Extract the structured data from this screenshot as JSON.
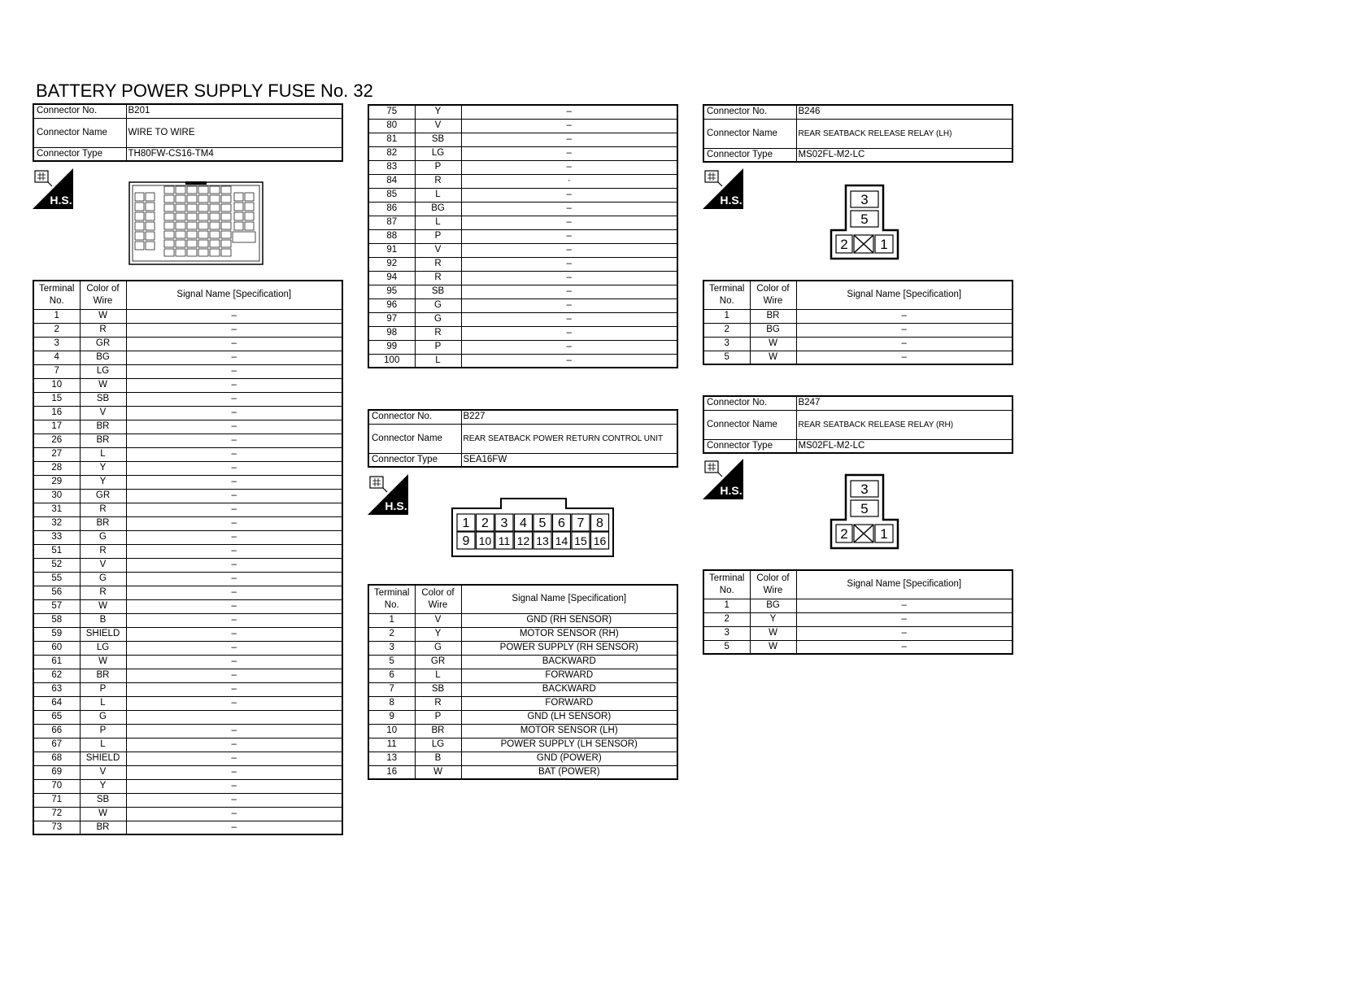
{
  "title": "BATTERY POWER SUPPLY FUSE No. 32",
  "info_labels": {
    "no": "Connector No.",
    "name": "Connector Name",
    "type": "Connector Type"
  },
  "terminal_headers": {
    "terminal": "Terminal No.",
    "color": "Color of Wire",
    "signal": "Signal Name [Specification]"
  },
  "hs_icon": {
    "text": "H.S.",
    "icon": "harness-side-icon"
  },
  "b201": {
    "no": "B201",
    "name": "WIRE TO WIRE",
    "type": "TH80FW-CS16-TM4",
    "rows": [
      [
        "1",
        "W",
        "–"
      ],
      [
        "2",
        "R",
        "–"
      ],
      [
        "3",
        "GR",
        "–"
      ],
      [
        "4",
        "BG",
        "–"
      ],
      [
        "7",
        "LG",
        "–"
      ],
      [
        "10",
        "W",
        "–"
      ],
      [
        "15",
        "SB",
        "–"
      ],
      [
        "16",
        "V",
        "–"
      ],
      [
        "17",
        "BR",
        "–"
      ],
      [
        "26",
        "BR",
        "–"
      ],
      [
        "27",
        "L",
        "–"
      ],
      [
        "28",
        "Y",
        "–"
      ],
      [
        "29",
        "Y",
        "–"
      ],
      [
        "30",
        "GR",
        "–"
      ],
      [
        "31",
        "R",
        "–"
      ],
      [
        "32",
        "BR",
        "–"
      ],
      [
        "33",
        "G",
        "–"
      ],
      [
        "51",
        "R",
        "–"
      ],
      [
        "52",
        "V",
        "–"
      ],
      [
        "55",
        "G",
        "–"
      ],
      [
        "56",
        "R",
        "–"
      ],
      [
        "57",
        "W",
        "–"
      ],
      [
        "58",
        "B",
        "–"
      ],
      [
        "59",
        "SHIELD",
        "–"
      ],
      [
        "60",
        "LG",
        "–"
      ],
      [
        "61",
        "W",
        "–"
      ],
      [
        "62",
        "BR",
        "–"
      ],
      [
        "63",
        "P",
        "–"
      ],
      [
        "64",
        "L",
        "–"
      ],
      [
        "65",
        "G",
        ""
      ],
      [
        "66",
        "P",
        "–"
      ],
      [
        "67",
        "L",
        "–"
      ],
      [
        "68",
        "SHIELD",
        "–"
      ],
      [
        "69",
        "V",
        "–"
      ],
      [
        "70",
        "Y",
        "–"
      ],
      [
        "71",
        "SB",
        "–"
      ],
      [
        "72",
        "W",
        "–"
      ],
      [
        "73",
        "BR",
        "–"
      ]
    ],
    "rows_cont": [
      [
        "75",
        "Y",
        "–"
      ],
      [
        "80",
        "V",
        "–"
      ],
      [
        "81",
        "SB",
        "–"
      ],
      [
        "82",
        "LG",
        "–"
      ],
      [
        "83",
        "P",
        "–"
      ],
      [
        "84",
        "R",
        "·"
      ],
      [
        "85",
        "L",
        "–"
      ],
      [
        "86",
        "BG",
        "–"
      ],
      [
        "87",
        "L",
        "–"
      ],
      [
        "88",
        "P",
        "–"
      ],
      [
        "91",
        "V",
        "–"
      ],
      [
        "92",
        "R",
        "–"
      ],
      [
        "94",
        "R",
        "–"
      ],
      [
        "95",
        "SB",
        "–"
      ],
      [
        "96",
        "G",
        "–"
      ],
      [
        "97",
        "G",
        "–"
      ],
      [
        "98",
        "R",
        "–"
      ],
      [
        "99",
        "P",
        "–"
      ],
      [
        "100",
        "L",
        "–"
      ]
    ]
  },
  "b227": {
    "no": "B227",
    "name": "REAR SEATBACK POWER RETURN CONTROL UNIT",
    "type": "SEA16FW",
    "pins_top": [
      "1",
      "2",
      "3",
      "4",
      "5",
      "6",
      "7",
      "8"
    ],
    "pins_bottom": [
      "9",
      "10",
      "11",
      "12",
      "13",
      "14",
      "15",
      "16"
    ],
    "rows": [
      [
        "1",
        "V",
        "GND (RH SENSOR)"
      ],
      [
        "2",
        "Y",
        "MOTOR SENSOR (RH)"
      ],
      [
        "3",
        "G",
        "POWER SUPPLY (RH SENSOR)"
      ],
      [
        "5",
        "GR",
        "BACKWARD"
      ],
      [
        "6",
        "L",
        "FORWARD"
      ],
      [
        "7",
        "SB",
        "BACKWARD"
      ],
      [
        "8",
        "R",
        "FORWARD"
      ],
      [
        "9",
        "P",
        "GND (LH SENSOR)"
      ],
      [
        "10",
        "BR",
        "MOTOR SENSOR (LH)"
      ],
      [
        "11",
        "LG",
        "POWER SUPPLY (LH SENSOR)"
      ],
      [
        "13",
        "B",
        "GND (POWER)"
      ],
      [
        "16",
        "W",
        "BAT (POWER)"
      ]
    ]
  },
  "b246": {
    "no": "B246",
    "name": "REAR SEATBACK RELEASE RELAY (LH)",
    "type": "MS02FL-M2-LC",
    "pins": {
      "top": "3",
      "mid": "5",
      "left": "2",
      "right": "1"
    },
    "rows": [
      [
        "1",
        "BR",
        "–"
      ],
      [
        "2",
        "BG",
        "–"
      ],
      [
        "3",
        "W",
        "–"
      ],
      [
        "5",
        "W",
        "–"
      ]
    ]
  },
  "b247": {
    "no": "B247",
    "name": "REAR SEATBACK RELEASE RELAY (RH)",
    "type": "MS02FL-M2-LC",
    "pins": {
      "top": "3",
      "mid": "5",
      "left": "2",
      "right": "1"
    },
    "rows": [
      [
        "1",
        "BG",
        "–"
      ],
      [
        "2",
        "Y",
        "–"
      ],
      [
        "3",
        "W",
        "–"
      ],
      [
        "5",
        "W",
        "–"
      ]
    ]
  }
}
